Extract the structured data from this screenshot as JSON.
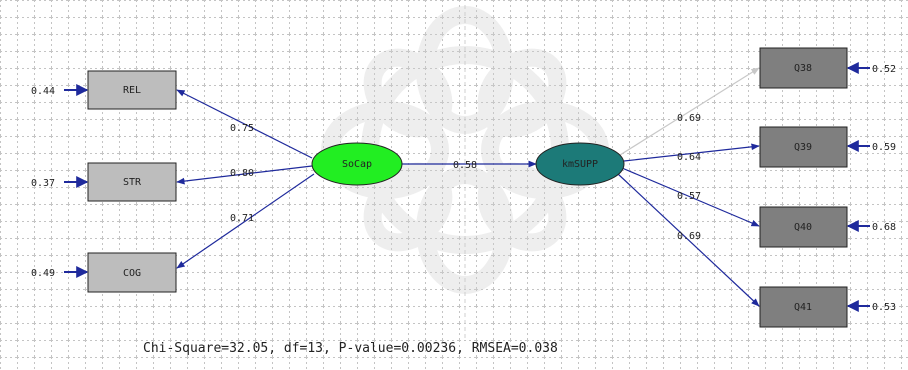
{
  "colors": {
    "grid": "#b9b9b9",
    "left_box_fill": "#bdbdbd",
    "right_box_fill": "#7f7f7f",
    "latent_socap_fill": "#22ee22",
    "latent_kmsupp_fill": "#1c7a78",
    "arrow": "#1f2a9c",
    "arrow_light": "#c8c8c8",
    "watermark": "#cfcfcf"
  },
  "latents": {
    "socap": "SoCap",
    "kmsupp": "kmSUPP"
  },
  "indicators_left": [
    {
      "label": "REL",
      "error": "0.44",
      "loading": "0.75"
    },
    {
      "label": "STR",
      "error": "0.37",
      "loading": "0.80"
    },
    {
      "label": "COG",
      "error": "0.49",
      "loading": "0.71"
    }
  ],
  "indicators_right": [
    {
      "label": "Q38",
      "error": "0.52",
      "loading": "0.69"
    },
    {
      "label": "Q39",
      "error": "0.59",
      "loading": "0.64"
    },
    {
      "label": "Q40",
      "error": "0.68",
      "loading": "0.57"
    },
    {
      "label": "Q41",
      "error": "0.53",
      "loading": "0.69"
    }
  ],
  "path": {
    "label": "0.58"
  },
  "fit": "Chi-Square=32.05, df=13, P-value=0.00236, RMSEA=0.038"
}
